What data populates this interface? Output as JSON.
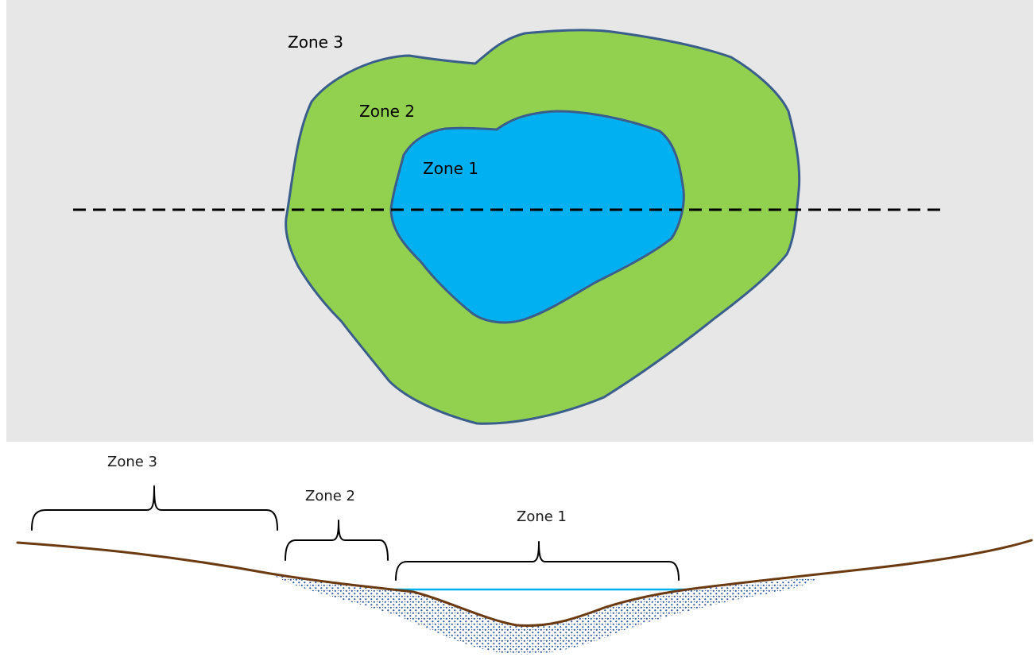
{
  "map_view": {
    "labels": {
      "zone3": "Zone 3",
      "zone2": "Zone 2",
      "zone1": "Zone 1"
    }
  },
  "cross_section": {
    "labels": {
      "zone3": "Zone 3",
      "zone2": "Zone 2",
      "zone1": "Zone 1"
    }
  },
  "colors": {
    "panel_background": "#e7e7e7",
    "zone3": "#e7e7e7",
    "zone2": "#92d050",
    "zone1": "#00b0f0",
    "outline": "#3a5e8c",
    "ground_surface": "#6b3a10",
    "water_surface": "#00b0f0",
    "sediment_stipple": "#2f5597",
    "section_line": "#000000"
  }
}
